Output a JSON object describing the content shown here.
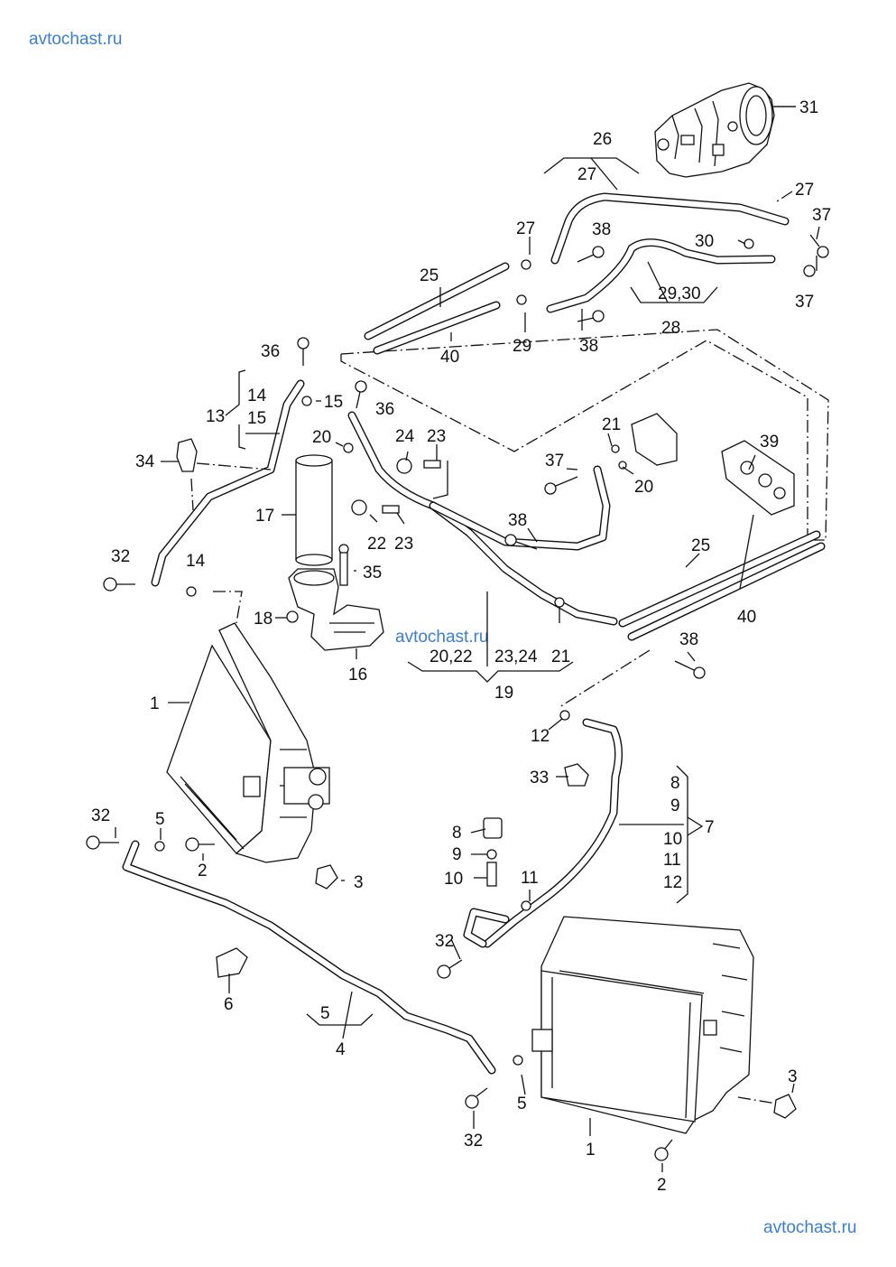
{
  "watermarks": {
    "top_left": "avtochast.ru",
    "center": "avtochast.ru",
    "bottom_right": "avtochast.ru"
  },
  "labels": {
    "n1a": "1",
    "n1b": "1",
    "n2a": "2",
    "n2b": "2",
    "n3a": "3",
    "n3b": "3",
    "n4": "4",
    "n5a": "5",
    "n5b": "5",
    "n5c": "5",
    "n6": "6",
    "n7": "7",
    "n8a": "8",
    "n8b": "8",
    "n9a": "9",
    "n9b": "9",
    "n10a": "10",
    "n10b": "10",
    "n11a": "11",
    "n11b": "11",
    "n12a": "12",
    "n12b": "12",
    "n13": "13",
    "n14a": "14",
    "n14b": "14",
    "n15a": "15",
    "n15b": "15",
    "n16": "16",
    "n17": "17",
    "n18": "18",
    "n19": "19",
    "n20a": "20",
    "n20b": "20",
    "n20_22": "20,22",
    "n21a": "21",
    "n21b": "21",
    "n22": "22",
    "n23a": "23",
    "n23b": "23",
    "n23_24": "23,24",
    "n24": "24",
    "n25a": "25",
    "n25b": "25",
    "n26": "26",
    "n27a": "27",
    "n27b": "27",
    "n27c": "27",
    "n28": "28",
    "n29": "29",
    "n29_30": "29,30",
    "n30": "30",
    "n31": "31",
    "n32a": "32",
    "n32b": "32",
    "n32c": "32",
    "n32d": "32",
    "n33": "33",
    "n34": "34",
    "n35": "35",
    "n36a": "36",
    "n36b": "36",
    "n37a": "37",
    "n37b": "37",
    "n37c": "37",
    "n38a": "38",
    "n38b": "38",
    "n38c": "38",
    "n38d": "38",
    "n39": "39",
    "n40a": "40",
    "n40b": "40"
  }
}
